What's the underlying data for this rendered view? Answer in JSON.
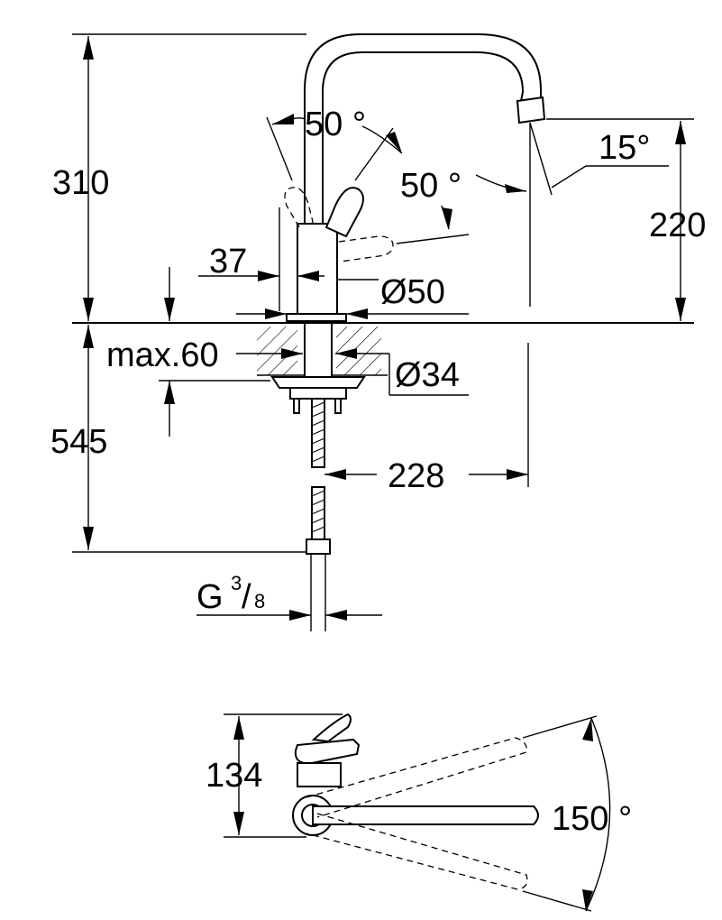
{
  "side_view": {
    "height_above_deck": "310",
    "spout_outlet_height": "220",
    "depth_below_deck": "545",
    "handle_angle_up": "50 °",
    "handle_angle_down": "50 °",
    "spout_tilt": "15°",
    "handle_offset": "37",
    "body_diameter": "Ø50",
    "max_deck_thickness": "max.60",
    "hole_diameter": "Ø34",
    "spout_reach": "228",
    "connection_thread": {
      "prefix": "G",
      "numerator": "3",
      "slash": "/",
      "denominator": "8"
    }
  },
  "top_view": {
    "body_depth": "134",
    "swivel_angle": "150 °"
  }
}
